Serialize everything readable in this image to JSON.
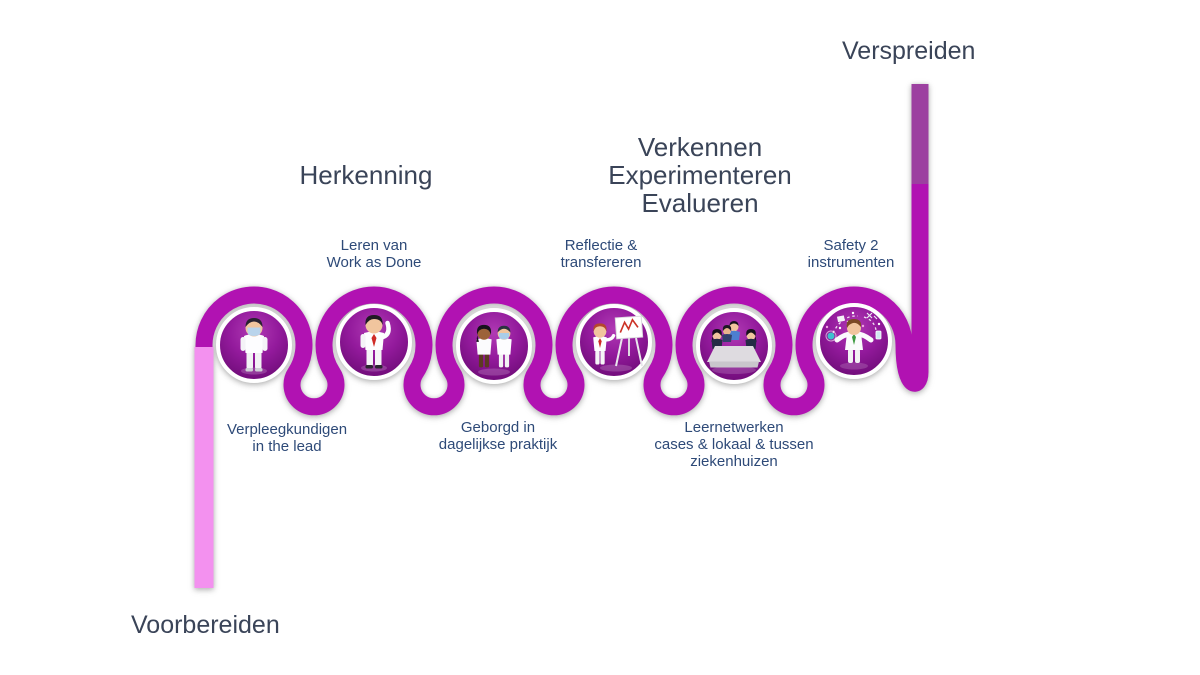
{
  "endpoints": {
    "start_label": "Voorbereiden",
    "end_label": "Verspreiden"
  },
  "phase_headings": [
    {
      "label": "Herkenning"
    },
    {
      "label": "Verkennen\nExperimenteren\nEvalueren"
    }
  ],
  "nodes": [
    {
      "icon": "nurse-with-face-mask-icon",
      "label": "Verpleegkundigen\nin the lead",
      "label_position": "below"
    },
    {
      "icon": "doctor-scratching-head-icon",
      "label": "Leren van\nWork as Done",
      "label_position": "above"
    },
    {
      "icon": "two-healthcare-workers-icon",
      "label": "Geborgd in\ndagelijkse praktijk",
      "label_position": "below"
    },
    {
      "icon": "flipchart-presentation-icon",
      "label": "Reflectie &\ntransfereren",
      "label_position": "above"
    },
    {
      "icon": "team-meeting-icon",
      "label": "Leernetwerken\ncases & lokaal & tussen\nziekenhuizen",
      "label_position": "below"
    },
    {
      "icon": "safety-2-instruments-icon",
      "label": "Safety 2\ninstrumenten",
      "label_position": "above"
    }
  ],
  "colors": {
    "ribbon_magenta": "#b112b2",
    "start_segment_pink": "#f391ef",
    "end_segment_purple": "#9c40a0",
    "node_disc_light": "#b03ab4",
    "node_disc_dark": "#65086e",
    "heading_text": "#3a4458",
    "label_text": "#2e4a78"
  }
}
